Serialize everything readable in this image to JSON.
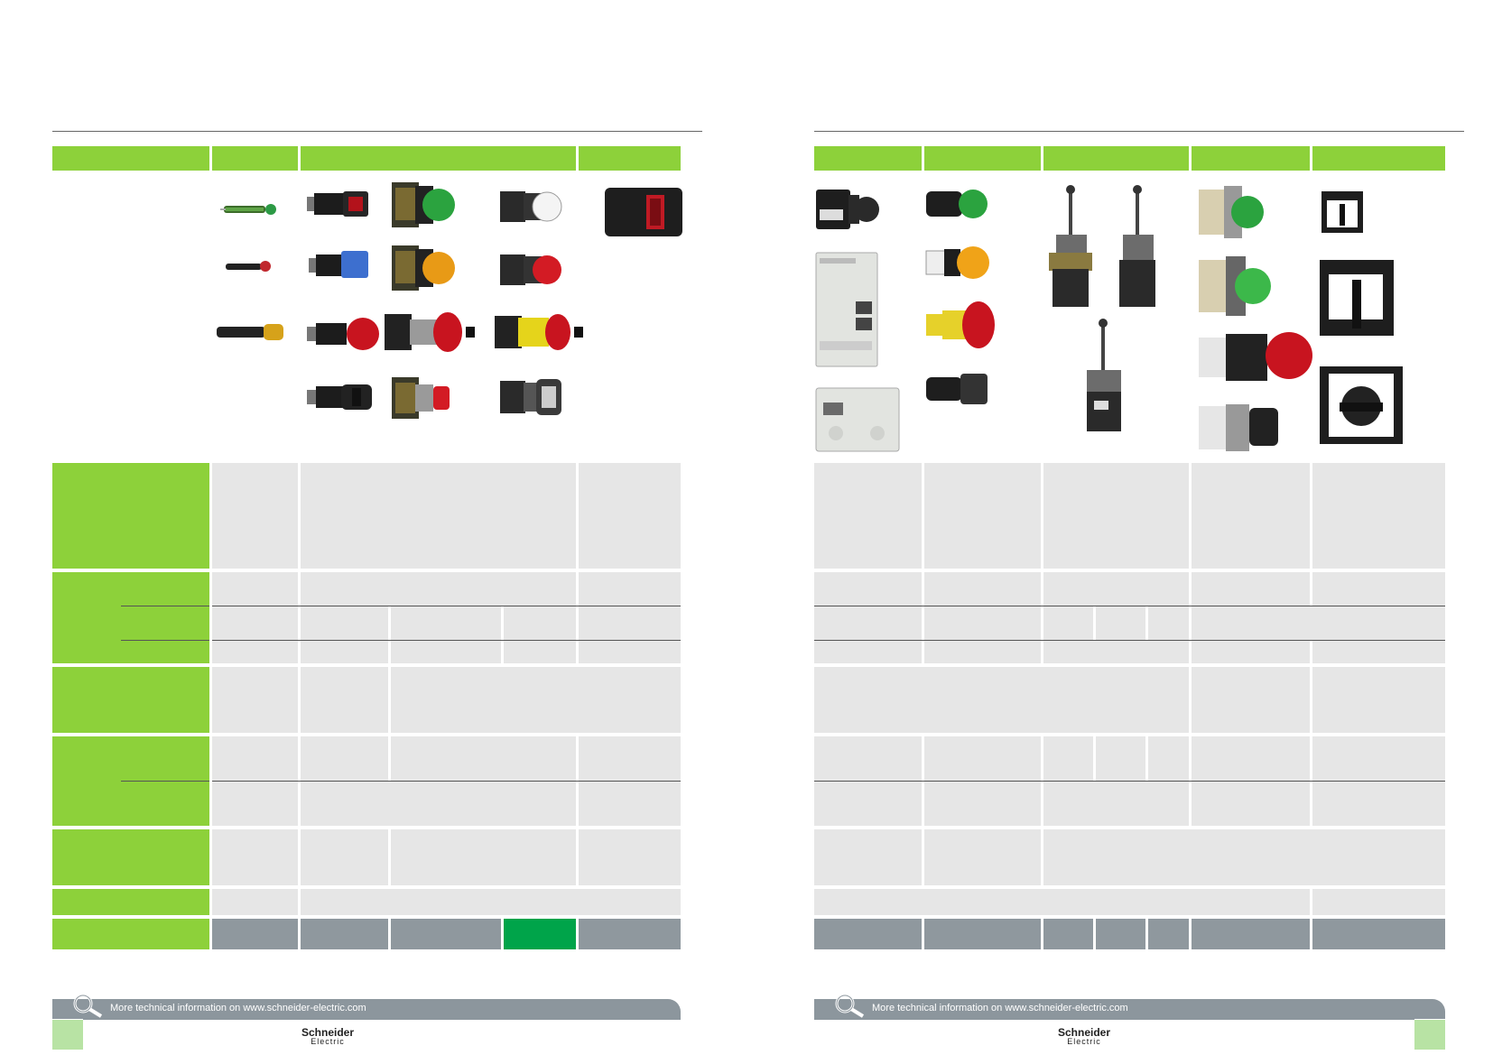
{
  "footer": {
    "link_text": "More technical information on www.schneider-electric.com"
  },
  "brand": {
    "name": "Schneider",
    "sub": "Electric"
  },
  "colors": {
    "green": "#8dd13a",
    "light_grey": "#e6e6e6",
    "slate": "#8f989e",
    "emerald": "#00a44a"
  },
  "icons": {
    "footer": "magnifier-icon"
  }
}
